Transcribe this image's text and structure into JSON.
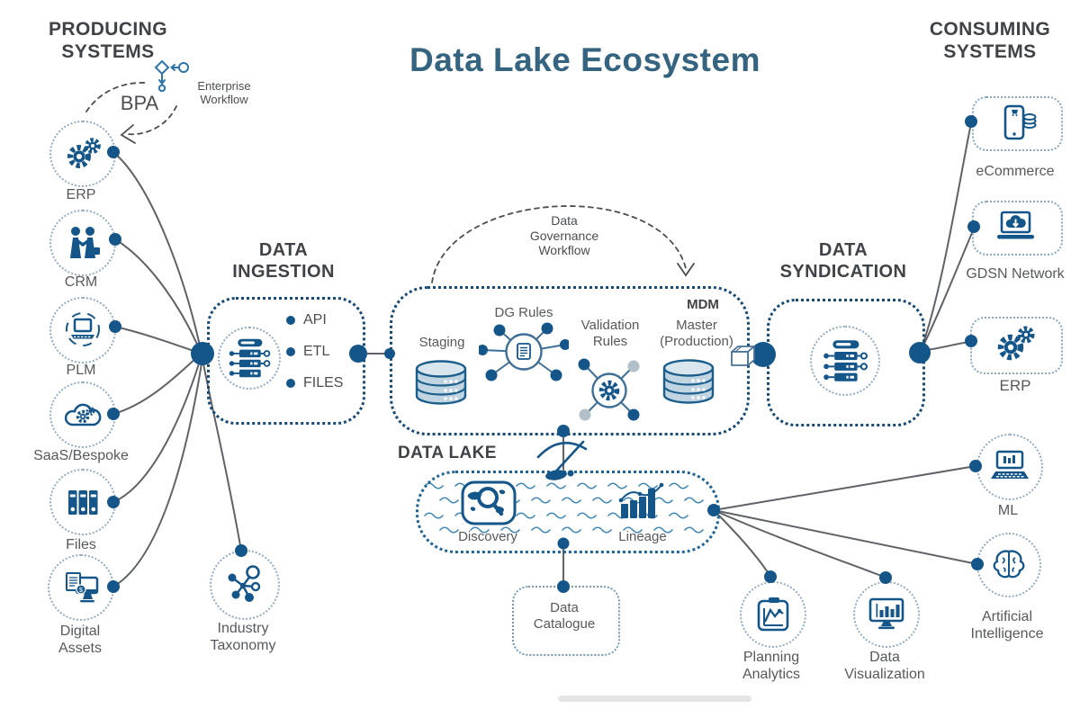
{
  "title": "Data Lake Ecosystem",
  "headings": {
    "producing": "PRODUCING SYSTEMS",
    "consuming": "CONSUMING SYSTEMS",
    "ingestion": "DATA INGESTION",
    "syndication": "DATA SYNDICATION",
    "data_lake": "DATA LAKE"
  },
  "producing": {
    "bpa_label": "BPA",
    "workflow_label": "Enterprise Workflow",
    "items": [
      {
        "label": "ERP",
        "icon": "gears-icon"
      },
      {
        "label": "CRM",
        "icon": "people-handshake-icon"
      },
      {
        "label": "PLM",
        "icon": "laptop-sync-icon"
      },
      {
        "label": "SaaS/Bespoke",
        "icon": "cloud-gear-icon"
      },
      {
        "label": "Files",
        "icon": "binders-icon"
      },
      {
        "label": "Digital Assets",
        "icon": "monitor-document-icon"
      }
    ]
  },
  "ingestion": {
    "bullets": [
      "API",
      "ETL",
      "FILES"
    ],
    "icon": "server-icon"
  },
  "taxonomy": {
    "label": "Industry Taxonomy",
    "icon": "molecule-icon"
  },
  "governance": {
    "workflow_label": "Data Governance Workflow",
    "staging_label": "Staging",
    "dg_rules_label": "DG Rules",
    "validation_label": "Validation Rules",
    "mdm_label": "MDM",
    "master_label": "Master (Production)"
  },
  "data_lake": {
    "discovery_label": "Discovery",
    "lineage_label": "Lineage"
  },
  "catalogue": {
    "label": "Data Catalogue"
  },
  "syndication": {
    "icon": "server-icon"
  },
  "consuming": {
    "items": [
      {
        "label": "eCommerce",
        "icon": "phone-coins-icon"
      },
      {
        "label": "GDSN Network",
        "icon": "laptop-cloud-icon"
      },
      {
        "label": "ERP",
        "icon": "gears-icon"
      },
      {
        "label": "ML",
        "icon": "laptop-data-icon"
      },
      {
        "label": "Artificial Intelligence",
        "icon": "brain-icon"
      }
    ]
  },
  "analytics": {
    "planning_label": "Planning Analytics",
    "dataviz_label": "Data Visualization"
  },
  "colors": {
    "accent": "#15568a",
    "title": "#34647f",
    "connector": "#5f6367",
    "light_dot": "#b3c0ca",
    "lake_wave": "#3e86b5"
  }
}
